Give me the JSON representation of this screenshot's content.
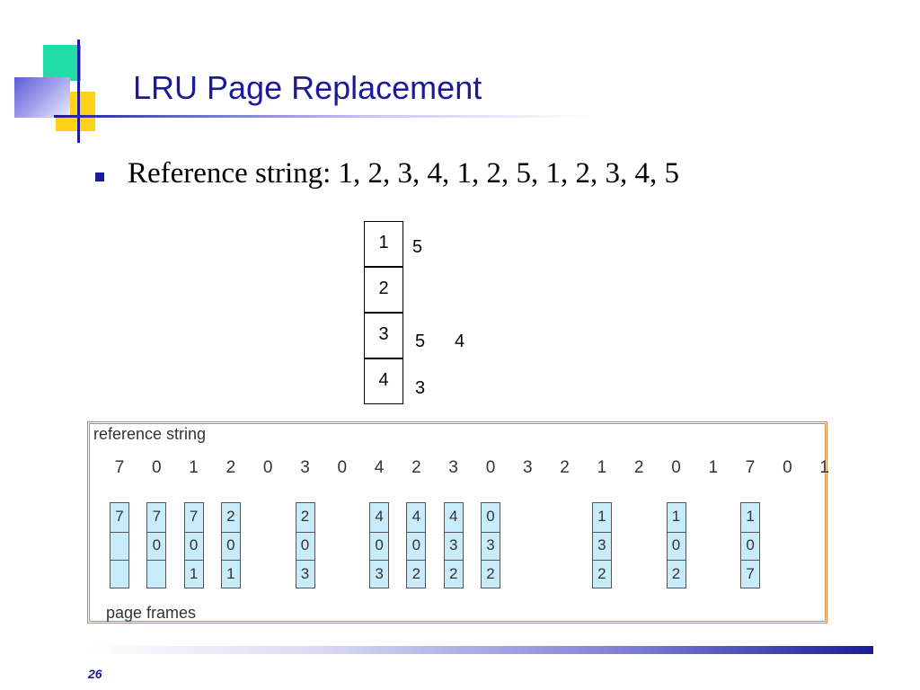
{
  "slide": {
    "title": "LRU Page Replacement",
    "bullet": "Reference string:  1, 2, 3, 4, 1, 2, 5, 1, 2, 3, 4, 5",
    "page_number": "26",
    "accent_color": "#1a1a9a"
  },
  "frames": {
    "cells": [
      "1",
      "2",
      "3",
      "4"
    ],
    "annotations": [
      {
        "text": "5",
        "row": 0
      },
      {
        "text": "5",
        "row": 2
      },
      {
        "text": "4",
        "row": 2
      },
      {
        "text": "3",
        "row": 3
      }
    ]
  },
  "example": {
    "reference_label": "reference string",
    "frames_label": "page frames",
    "reference_string": [
      "7",
      "0",
      "1",
      "2",
      "0",
      "3",
      "0",
      "4",
      "2",
      "3",
      "0",
      "3",
      "2",
      "1",
      "2",
      "0",
      "1",
      "7",
      "0",
      "1"
    ],
    "frame_columns": [
      {
        "ref_index": 0,
        "values": [
          "7",
          "",
          ""
        ]
      },
      {
        "ref_index": 1,
        "values": [
          "7",
          "0",
          ""
        ]
      },
      {
        "ref_index": 2,
        "values": [
          "7",
          "0",
          "1"
        ]
      },
      {
        "ref_index": 3,
        "values": [
          "2",
          "0",
          "1"
        ]
      },
      {
        "ref_index": 5,
        "values": [
          "2",
          "0",
          "3"
        ]
      },
      {
        "ref_index": 7,
        "values": [
          "4",
          "0",
          "3"
        ]
      },
      {
        "ref_index": 8,
        "values": [
          "4",
          "0",
          "2"
        ]
      },
      {
        "ref_index": 9,
        "values": [
          "4",
          "3",
          "2"
        ]
      },
      {
        "ref_index": 10,
        "values": [
          "0",
          "3",
          "2"
        ]
      },
      {
        "ref_index": 13,
        "values": [
          "1",
          "3",
          "2"
        ]
      },
      {
        "ref_index": 15,
        "values": [
          "1",
          "0",
          "2"
        ]
      },
      {
        "ref_index": 17,
        "values": [
          "1",
          "0",
          "7"
        ]
      }
    ],
    "cell_color": "#c9ecfb",
    "border_color": "#d48a3a"
  }
}
